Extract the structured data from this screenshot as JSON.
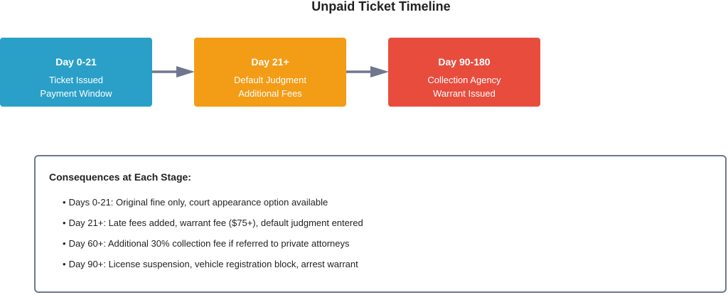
{
  "title": "Unpaid Ticket Timeline",
  "stages": [
    {
      "heading": "Day 0-21",
      "line1": "Ticket Issued",
      "line2": "Payment Window",
      "color": "#2aa0c8"
    },
    {
      "heading": "Day 21+",
      "line1": "Default Judgment",
      "line2": "Additional Fees",
      "color": "#f39c16"
    },
    {
      "heading": "Day 90-180",
      "line1": "Collection Agency",
      "line2": "Warrant Issued",
      "color": "#e84c3d"
    }
  ],
  "arrow_color": "#6f7690",
  "consequences": {
    "title": "Consequences at Each Stage:",
    "bullet": "•",
    "items": [
      "Days 0-21: Original fine only, court appearance option available",
      "Day 21+: Late fees added, warrant fee ($75+), default judgment entered",
      "Day 60+: Additional 30% collection fee if referred to private attorneys",
      "Day 90+: License suspension, vehicle registration block, arrest warrant"
    ]
  }
}
